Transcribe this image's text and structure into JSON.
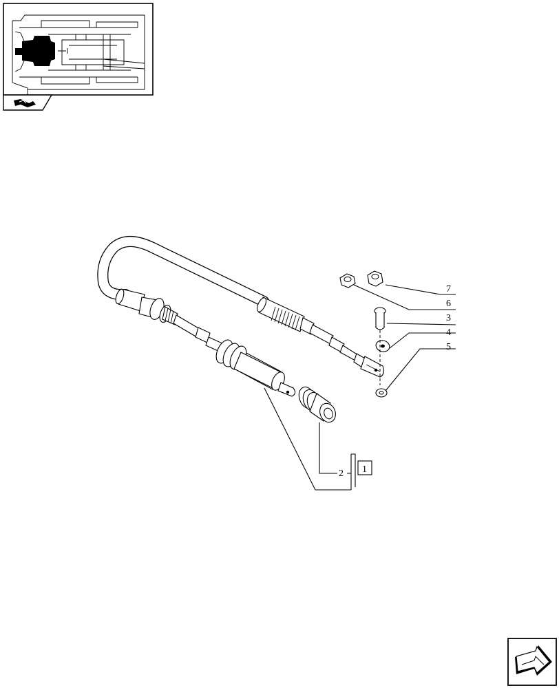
{
  "callouts": {
    "c7": "7",
    "c6": "6",
    "c3": "3",
    "c4": "4",
    "c5": "5",
    "c2": "2",
    "ref_box": "1"
  },
  "nav": {
    "prev_icon": "section-back-icon",
    "next_icon": "next-page-arrow-icon"
  }
}
